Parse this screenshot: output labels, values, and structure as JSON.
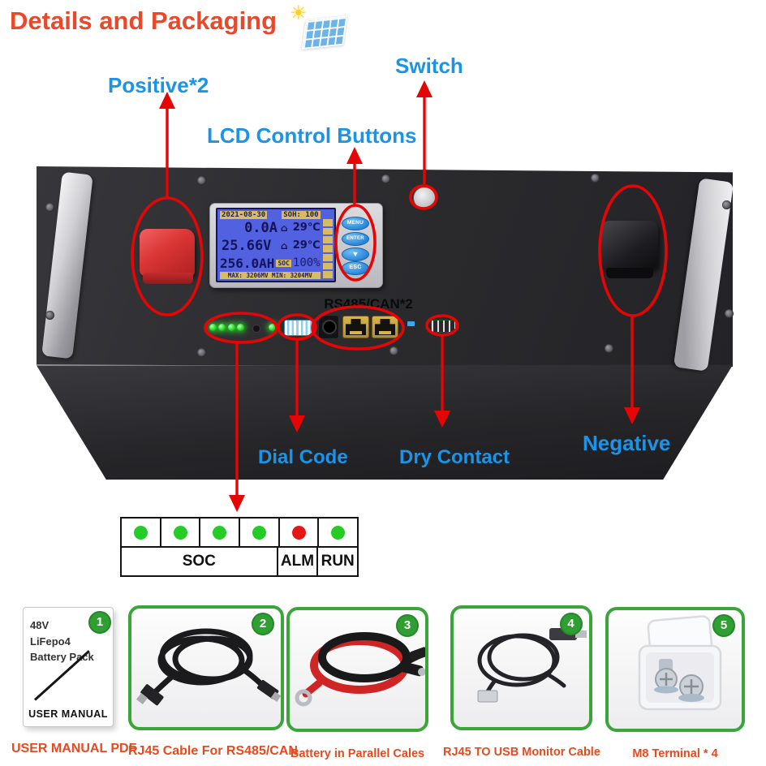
{
  "title": "Details and Packaging",
  "title_icon_sun": "☀",
  "callouts": {
    "positive": "Positive*2",
    "switch": "Switch",
    "lcd_buttons": "LCD Control Buttons",
    "rs485": "RS485/CAN*2",
    "dial_code": "Dial Code",
    "dry_contact": "Dry Contact",
    "negative": "Negative"
  },
  "lcd": {
    "date": "2021-08-30",
    "soh": "SOH: 100",
    "current": "0.0A",
    "current_icon": "⌂",
    "temp1": "29℃",
    "voltage": "25.66V",
    "voltage_icon": "⌂",
    "temp2": "29℃",
    "capacity": "256.0AH",
    "soc_label": "SOC",
    "soc_value": "100%",
    "footer": "MAX: 3206MV  MIN: 3204MV",
    "buttons": [
      "MENU",
      "ENTER",
      "▼",
      "ESC"
    ]
  },
  "panel_leds": [
    "on",
    "on",
    "on",
    "on",
    "off",
    "on"
  ],
  "led_legend": {
    "dots": [
      "green",
      "green",
      "green",
      "green",
      "red",
      "green"
    ],
    "soc": "SOC",
    "alm": "ALM",
    "run": "RUN"
  },
  "packaging": [
    {
      "num": "1",
      "caption": "USER MANUAL PDF",
      "line1": "48V",
      "line2": "LiFepo4",
      "line3": "Battery Pack",
      "footer": "USER MANUAL"
    },
    {
      "num": "2",
      "caption": "RJ45 Cable For RS485/CAN"
    },
    {
      "num": "3",
      "caption": "Battery in Parallel Cales"
    },
    {
      "num": "4",
      "caption": "RJ45 TO USB Monitor Cable"
    },
    {
      "num": "5",
      "caption": "M8 Terminal * 4"
    }
  ],
  "colors": {
    "annotation_red": "#e60505",
    "label_blue": "#1b93e6",
    "title_orange": "#e8492b",
    "caption_orange": "#e8491e",
    "badge_green": "#2f9e33",
    "lcd_screen_blue": "#5161e0",
    "lcd_highlight_yellow": "#d8bc64",
    "led_green": "#25cc25",
    "led_red": "#e61616"
  }
}
